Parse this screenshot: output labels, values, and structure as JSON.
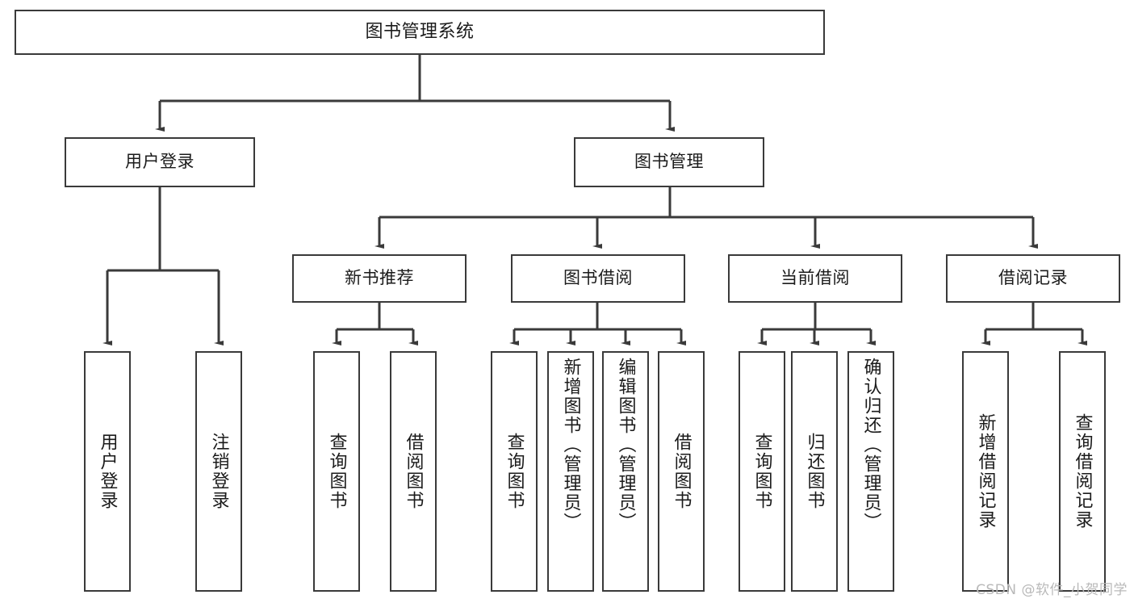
{
  "diagram": {
    "title": "图书管理系统",
    "type": "tree-hierarchy",
    "watermark": "CSDN @软件_小贺同学",
    "colors": {
      "border": "#3a3a3a",
      "background": "#ffffff",
      "text": "#1b1b1b",
      "watermark": "#b9b9b9"
    },
    "levels": {
      "root": {
        "label": "图书管理系统"
      },
      "level2": [
        {
          "label": "用户登录"
        },
        {
          "label": "图书管理"
        }
      ],
      "level3": [
        {
          "label": "新书推荐"
        },
        {
          "label": "图书借阅"
        },
        {
          "label": "当前借阅"
        },
        {
          "label": "借阅记录"
        }
      ],
      "leaves": {
        "user_login": [
          {
            "label": "用户登录"
          },
          {
            "label": "注销登录"
          }
        ],
        "new_book_recommend": [
          {
            "label": "查询图书"
          },
          {
            "label": "借阅图书"
          }
        ],
        "book_borrow": [
          {
            "label": "查询图书"
          },
          {
            "label": "新增图书（管理员）"
          },
          {
            "label": "编辑图书（管理员）"
          },
          {
            "label": "借阅图书"
          }
        ],
        "current_borrow": [
          {
            "label": "查询图书"
          },
          {
            "label": "归还图书"
          },
          {
            "label": "确认归还（管理员）"
          }
        ],
        "borrow_record": [
          {
            "label": "新增借阅记录"
          },
          {
            "label": "查询借阅记录"
          }
        ]
      }
    }
  }
}
